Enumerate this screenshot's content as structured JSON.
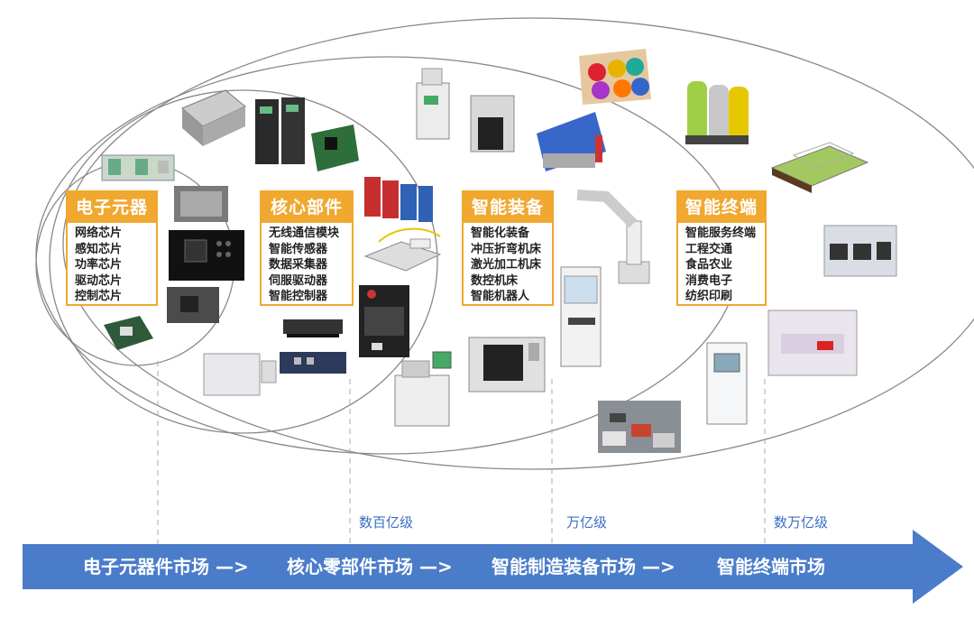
{
  "colors": {
    "accent": "#f0a830",
    "arrow": "#4a7cc9",
    "level_text": "#3b6fc4",
    "ellipse": "#888888"
  },
  "categories": [
    {
      "title": "电子元器件",
      "items": [
        "网络芯片",
        "感知芯片",
        "功率芯片",
        "驱动芯片",
        "控制芯片"
      ]
    },
    {
      "title": "核心部件",
      "items": [
        "无线通信模块",
        "智能传感器",
        "数据采集器",
        "伺服驱动器",
        "智能控制器"
      ]
    },
    {
      "title": "智能装备",
      "items": [
        "智能化装备",
        "冲压折弯机床",
        "激光加工机床",
        "数控机床",
        "智能机器人"
      ]
    },
    {
      "title": "智能终端",
      "items": [
        "智能服务终端",
        "工程交通",
        "食品农业",
        "消费电子",
        "纺织印刷"
      ]
    }
  ],
  "levels": [
    "数百亿级",
    "万亿级",
    "数万亿级"
  ],
  "market_flow": [
    "电子元器件市场 —>",
    "核心零部件市场 —>",
    "智能制造装备市场 —>",
    "智能终端市场"
  ],
  "photos": [
    "chip-board",
    "plc-module",
    "servo-drive",
    "io-module",
    "pcie-card",
    "wafer",
    "ic-chip",
    "circuit-board",
    "processor-chip",
    "wireless-module",
    "sensor-module",
    "gateway-box",
    "terminal-block",
    "controller-box",
    "bonding-machine",
    "cnc-small",
    "press-brake",
    "robot-arm",
    "cnc-large",
    "dispensing-machine",
    "test-machine",
    "yarn-spools",
    "battery-cells",
    "greenhouse",
    "production-line",
    "traffic",
    "printing-line",
    "cabinet-terminal",
    "control-panel"
  ]
}
